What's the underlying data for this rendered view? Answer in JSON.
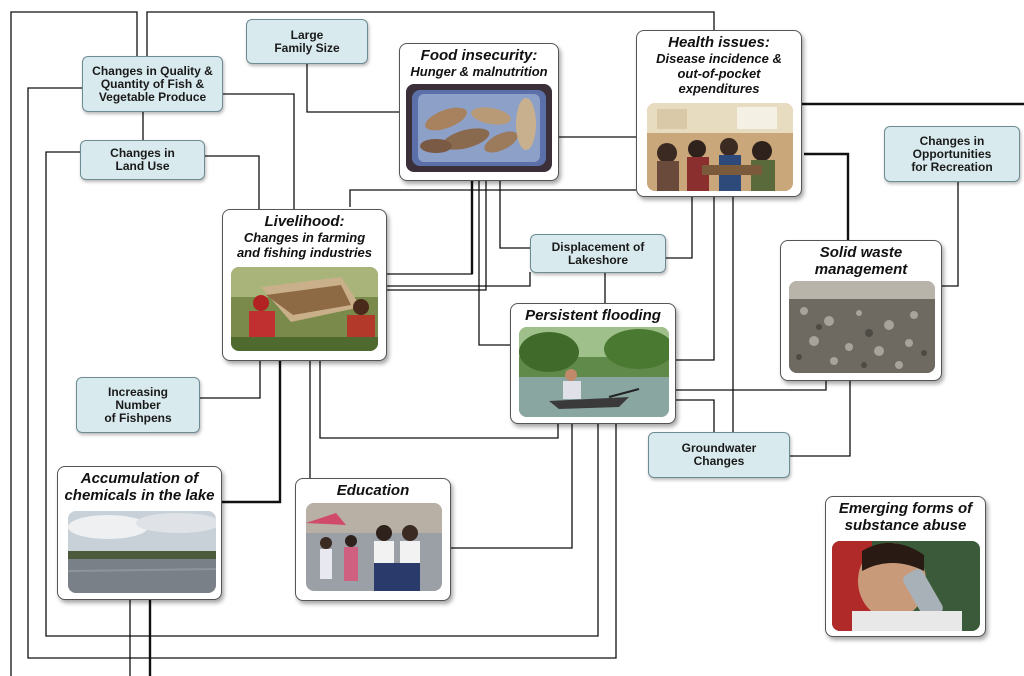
{
  "factors": {
    "large_family": "Large\nFamily Size",
    "quality_fish": "Changes in Quality &\nQuantity of Fish &\nVegetable Produce",
    "land_use": "Changes in\nLand Use",
    "displacement": "Displacement of\nLakeshore",
    "recreation": "Changes in\nOpportunities\nfor Recreation",
    "fishpens": "Increasing\nNumber\nof Fishpens",
    "groundwater": "Groundwater\nChanges"
  },
  "cards": {
    "food": {
      "title": "Food insecurity:",
      "subtitle": "Hunger & malnutrition"
    },
    "health": {
      "title": "Health issues:",
      "subtitle": "Disease incidence &\nout-of-pocket\nexpenditures"
    },
    "livelihood": {
      "title": "Livelihood:",
      "subtitle": "Changes in farming\nand fishing industries"
    },
    "waste": {
      "title": "Solid waste\nmanagement"
    },
    "flooding": {
      "title": "Persistent flooding"
    },
    "chemicals": {
      "title": "Accumulation of\nchemicals in the lake"
    },
    "education": {
      "title": "Education"
    },
    "substance": {
      "title": "Emerging forms of\nsubstance abuse"
    }
  },
  "photos": {
    "food": "fish-photo",
    "health": "clinic-photo",
    "livelihood": "fishermen-photo",
    "waste": "garbage-photo",
    "flooding": "flood-photo",
    "chemicals": "lake-photo",
    "education": "students-photo",
    "substance": "drinking-photo"
  },
  "colors": {
    "factor_fill": "#d8eaee",
    "factor_border": "#6e8b93",
    "line": "#111111"
  }
}
